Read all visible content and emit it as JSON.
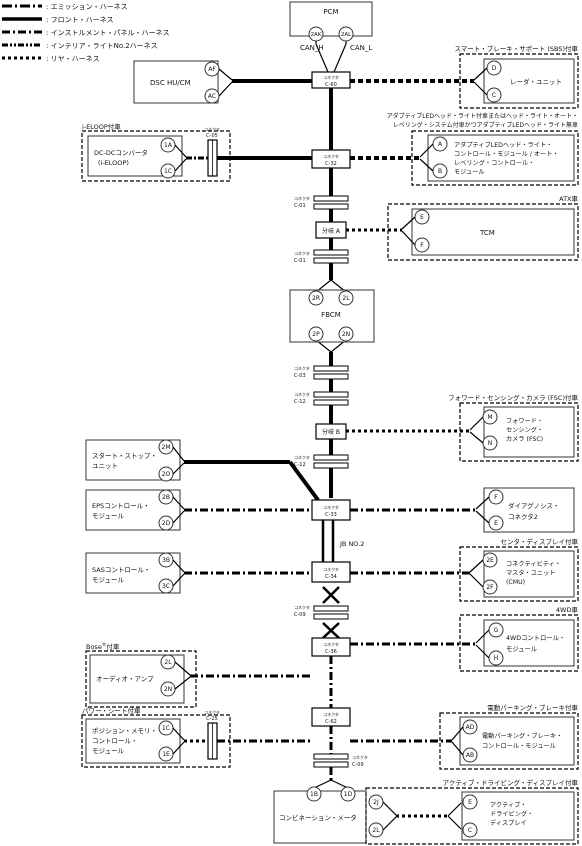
{
  "legend": [
    {
      "label": ": エミッション・ハーネス",
      "style": "emission"
    },
    {
      "label": ": フロント・ハーネス",
      "style": "front"
    },
    {
      "label": ": インストルメント・パネル・ハーネス",
      "style": "instrument"
    },
    {
      "label": ": インテリア・ライトNo.2ハーネス",
      "style": "interior"
    },
    {
      "label": ": リヤ・ハーネス",
      "style": "rear"
    }
  ],
  "modules": {
    "pcm": "PCM",
    "dsc": "DSC HU/CM",
    "dcdc": [
      "DC-DCコンバータ",
      "(i-ELOOP)"
    ],
    "fbcm": "FBCM",
    "start_stop": [
      "スタート・ストップ・",
      "ユニット"
    ],
    "eps": [
      "EPSコントロール・",
      "モジュール"
    ],
    "sas": [
      "SASコントロール・",
      "モジュール"
    ],
    "audio": "オーディオ・アンプ",
    "power_seat": [
      "ポジション・メモリ・",
      "コントロール・",
      "モジュール"
    ],
    "meter": "コンビネーション・メータ",
    "radar": "レーダ・ユニット",
    "headlight": [
      "アダプティブLEDヘッド・ライト・",
      "コントロール・モジュール / オート・",
      "レベリング・コントロール・",
      "モジュール"
    ],
    "tcm": "TCM",
    "fsc": [
      "フォワード・",
      "センシング・",
      "カメラ (FSC)"
    ],
    "diag": [
      "ダイアグノシス・",
      "コネクタ2"
    ],
    "cmu": [
      "コネクティビティ・",
      "マスタ・ユニット",
      "(CMU)"
    ],
    "awd": [
      "4WDコントロール・",
      "モジュール"
    ],
    "epb": [
      "電動パーキング・ブレーキ・",
      "コントロール・モジュール"
    ],
    "add": [
      "アクティブ・",
      "ドライビング・",
      "ディスプレイ"
    ]
  },
  "option_notes": {
    "sbs": "スマート・ブレーキ・サポート (SBS)付車",
    "ieloop": "i-ELOOP付車",
    "headlight": [
      "アダプティブLEDヘッド・ライト付車またはヘッド・ライト・オート・",
      "レベリング・システム付車かつアダプティブLEDヘッド・ライト無車"
    ],
    "atx": "ATX車",
    "fsc": "フォワード・センシング・カメラ (FSC)付車",
    "center_display": "センタ・ディスプレイ付車",
    "bose": "Bose",
    "bose_reg": "®",
    "bose_suffix": "付車",
    "awd": "4WD車",
    "epb": "電動パーキング・ブレーキ付車",
    "power_seat": "パワー・シート付車",
    "add": "アクティブ・ドライビング・ディスプレイ付車"
  },
  "pins": {
    "pcm": [
      "2AK",
      "2AL"
    ],
    "pcm_can": [
      "CAN_H",
      "CAN_L"
    ],
    "dsc": [
      "AF",
      "AC"
    ],
    "dcdc": [
      "1A",
      "1C"
    ],
    "fbcm_top": [
      "2R",
      "2L"
    ],
    "fbcm_bottom": [
      "2P",
      "2N"
    ],
    "start_stop": [
      "2M",
      "2O"
    ],
    "eps": [
      "2B",
      "2D"
    ],
    "sas": [
      "3B",
      "3C"
    ],
    "audio": [
      "2L",
      "2N"
    ],
    "power_seat": [
      "1C",
      "1E"
    ],
    "meter": [
      "1B",
      "1D"
    ],
    "meter_add": [
      "2J",
      "2L"
    ],
    "radar": [
      "D",
      "C"
    ],
    "headlight": [
      "A",
      "B"
    ],
    "tcm": [
      "E",
      "F"
    ],
    "fsc": [
      "M",
      "N"
    ],
    "diag": [
      "F",
      "E"
    ],
    "cmu": [
      "2E",
      "2F"
    ],
    "awd": [
      "G",
      "H"
    ],
    "epb": [
      "AD",
      "AB"
    ],
    "add": [
      "E",
      "C"
    ]
  },
  "connector_word": "コネクタ",
  "connectors": {
    "c60": "C-60",
    "c32": "C-32",
    "c01a": "C-01",
    "c01b": "C-01",
    "c03": "C-03",
    "c12a": "C-12",
    "c12b": "C-12",
    "c33": "C-33",
    "c34": "C-34",
    "c09a": "C-09",
    "c36": "C-36",
    "c62": "C-62",
    "c09b": "C-09",
    "c05": "C-05",
    "c25": "C-25"
  },
  "branches": {
    "a": "分岐 A",
    "b": "分岐 B"
  },
  "jb_label": "JB NO.2"
}
